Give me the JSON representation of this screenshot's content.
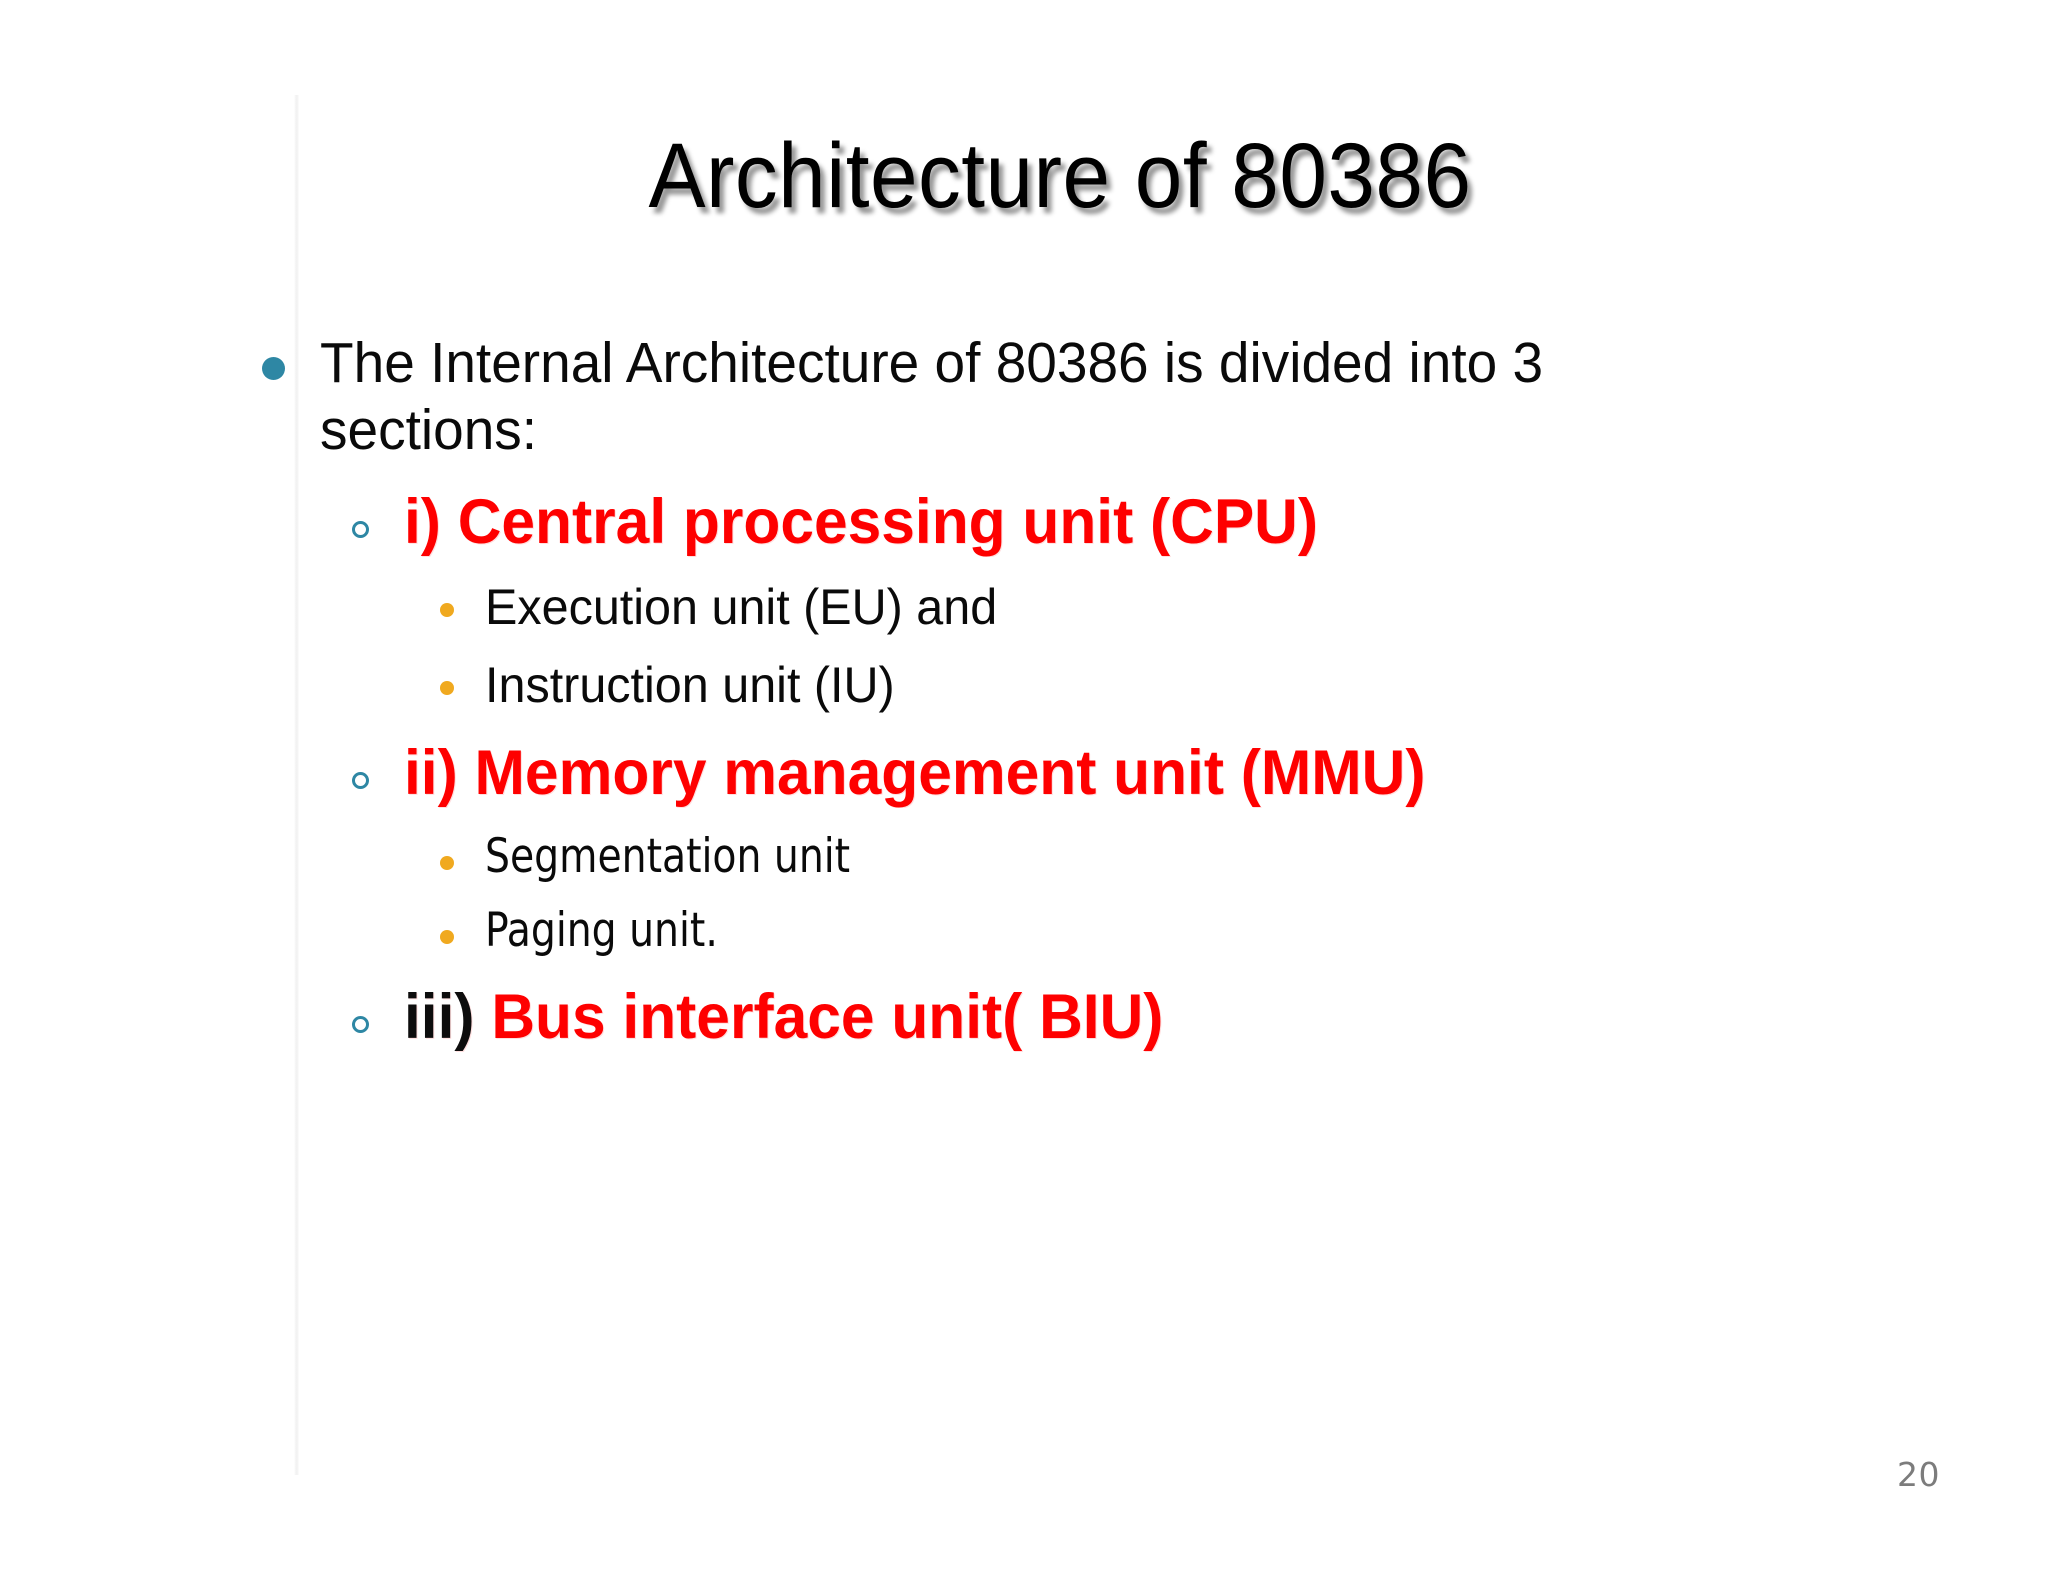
{
  "slide": {
    "title": "Architecture of 80386",
    "page_number": "20",
    "background_color": "#FFFFFF",
    "accent_colors": {
      "bullet_level1": "#2E87A4",
      "bullet_level2_ring": "#2E87A4",
      "bullet_level3_dot": "#F0A91F",
      "heading_red": "#FE0000",
      "body_black": "#0A0A0A",
      "page_number_gray": "#7C7C7C",
      "left_rule_gray": "#F2F2F2"
    }
  },
  "content": {
    "intro": "The Internal Architecture of 80386 is divided into 3 sections:",
    "sections": [
      {
        "heading": "i) Central processing unit (CPU)",
        "heading_prefix": "",
        "heading_red": "i) Central processing unit (CPU)",
        "items": [
          "Execution unit (EU) and",
          "Instruction unit (IU)"
        ]
      },
      {
        "heading": "ii) Memory management unit (MMU)",
        "heading_prefix": "",
        "heading_red": "ii) Memory management unit (MMU)",
        "items": [
          "Segmentation unit",
          " Paging unit."
        ]
      },
      {
        "heading": "iii) Bus interface unit( BIU)",
        "heading_prefix": "iii) ",
        "heading_red": "Bus interface unit( BIU)",
        "items": []
      }
    ]
  }
}
